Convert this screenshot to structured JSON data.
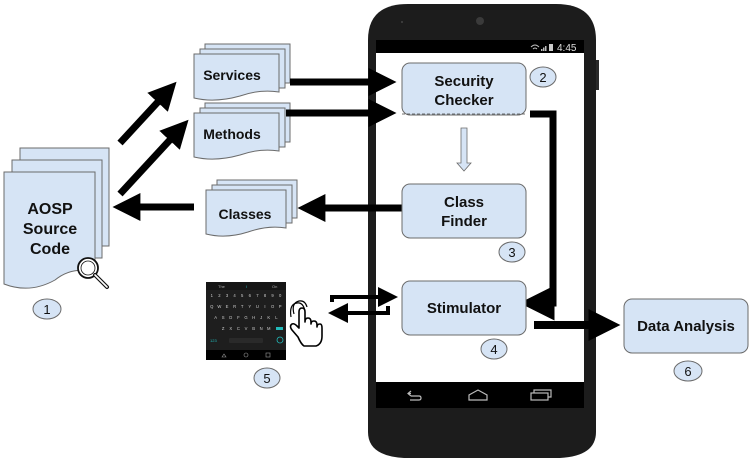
{
  "diagram": {
    "source": {
      "lines": [
        "AOSP",
        "Source",
        "Code"
      ],
      "step": "1"
    },
    "documents": {
      "services": "Services",
      "methods": "Methods",
      "classes": "Classes"
    },
    "phone": {
      "status_time": "4:45",
      "nav_buttons": [
        "back",
        "home",
        "recents"
      ]
    },
    "modules": {
      "security_checker": {
        "lines": [
          "Security",
          "Checker"
        ],
        "step": "2"
      },
      "class_finder": {
        "lines": [
          "Class",
          "Finder"
        ],
        "step": "3"
      },
      "stimulator": {
        "label": "Stimulator",
        "step": "4"
      },
      "data_analysis": {
        "label": "Data Analysis",
        "step": "6"
      }
    },
    "keyboard": {
      "step": "5",
      "suggestions": [
        "The",
        "I",
        "On"
      ],
      "rows": [
        [
          "1",
          "2",
          "3",
          "4",
          "5",
          "6",
          "7",
          "8",
          "9",
          "0"
        ],
        [
          "Q",
          "W",
          "E",
          "R",
          "T",
          "Y",
          "U",
          "I",
          "O",
          "P"
        ],
        [
          "A",
          "S",
          "D",
          "F",
          "G",
          "H",
          "J",
          "K",
          "L"
        ],
        [
          "Z",
          "X",
          "C",
          "V",
          "B",
          "N",
          "M"
        ]
      ],
      "mode_key": "123"
    },
    "colors": {
      "box_fill": "#d6e4f5",
      "box_stroke": "#6b6b6b",
      "phone_body": "#1c1c1c",
      "arrow": "#000000"
    }
  }
}
